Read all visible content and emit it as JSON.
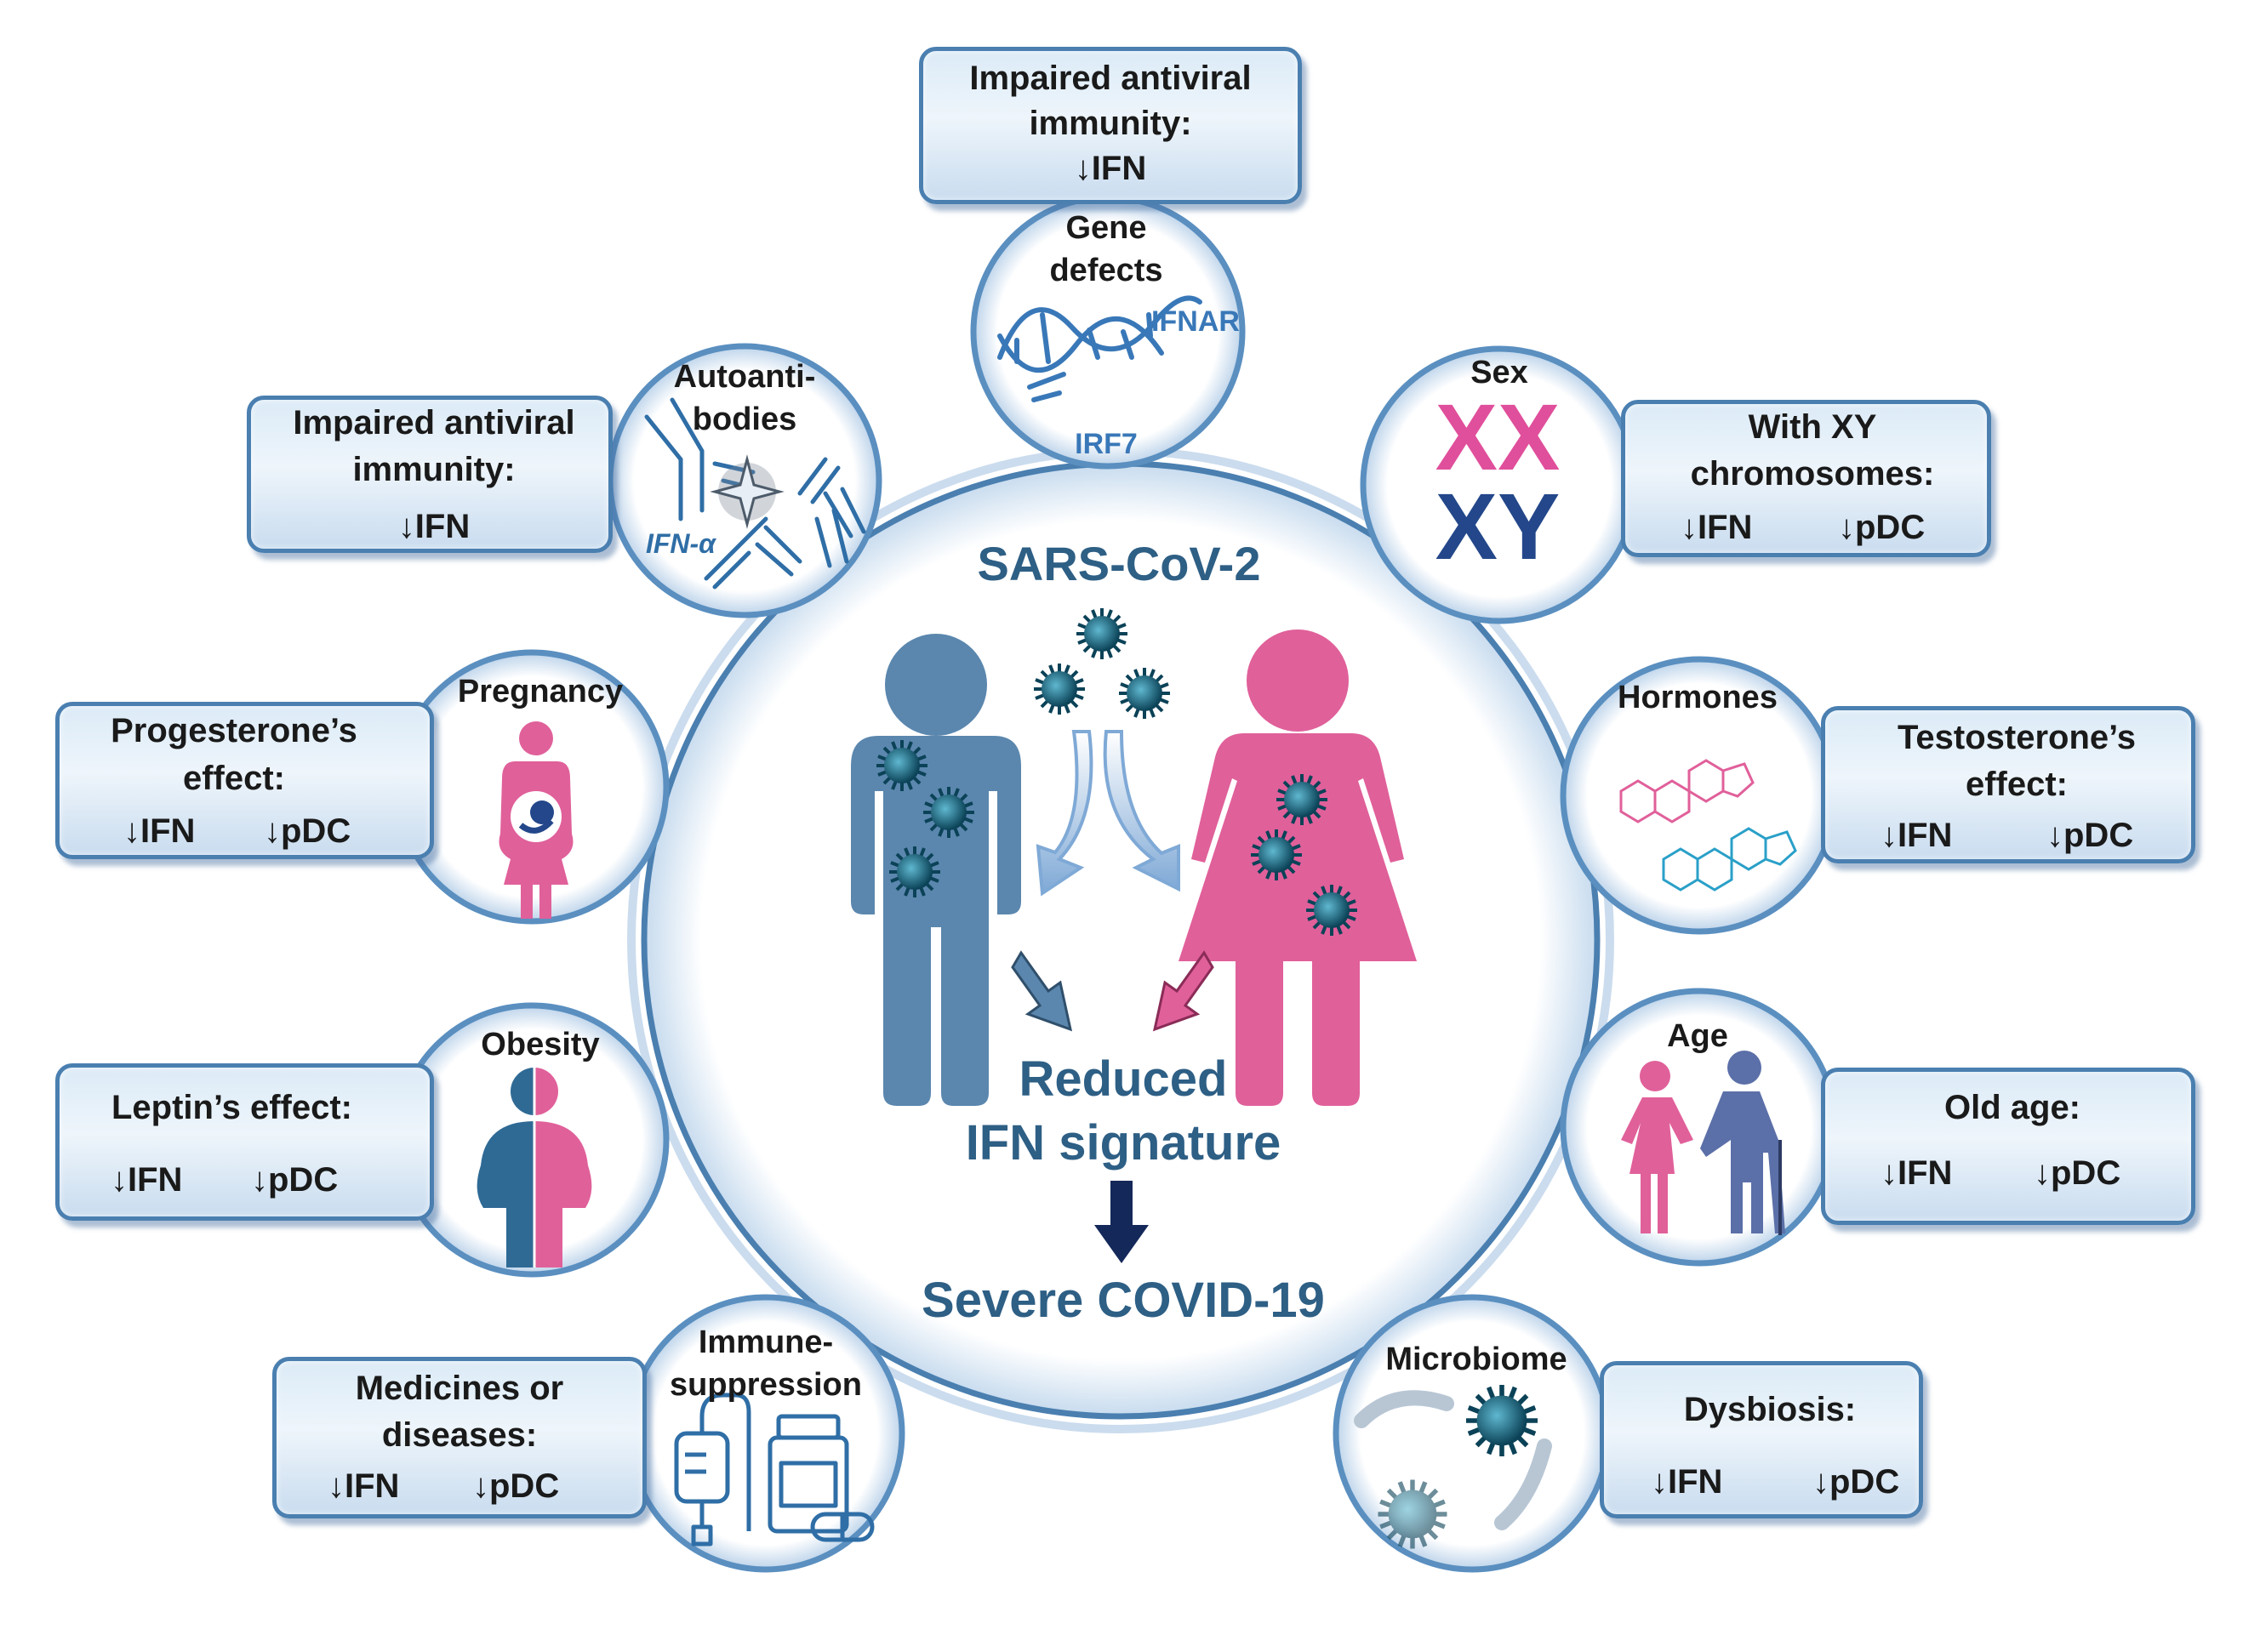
{
  "center": {
    "virus_title": "SARS-CoV-2",
    "reduced_line1": "Reduced",
    "reduced_line2": "IFN signature",
    "outcome": "Severe COVID-19"
  },
  "factors": {
    "gene_defects": {
      "title_line1": "Gene",
      "title_line2": "defects",
      "gene1": "IFNAR",
      "gene2": "IRF7",
      "box_line1": "Impaired antiviral",
      "box_line2": "immunity:",
      "effect1": "↓IFN"
    },
    "autoantibodies": {
      "title_line1": "Autoanti-",
      "title_line2": "bodies",
      "target": "IFN-α",
      "box_line1": "Impaired antiviral",
      "box_line2": "immunity:",
      "effect1": "↓IFN"
    },
    "sex": {
      "title": "Sex",
      "xx": "XX",
      "xy": "XY",
      "box_line1": "With XY",
      "box_line2": "chromosomes:",
      "effect1": "↓IFN",
      "effect2": "↓pDC"
    },
    "pregnancy": {
      "title": "Pregnancy",
      "box_line1": "Progesterone’s",
      "box_line2": "effect:",
      "effect1": "↓IFN",
      "effect2": "↓pDC"
    },
    "hormones": {
      "title": "Hormones",
      "box_line1": "Testosterone’s",
      "box_line2": "effect:",
      "effect1": "↓IFN",
      "effect2": "↓pDC"
    },
    "obesity": {
      "title": "Obesity",
      "box_line1": "Leptin’s effect:",
      "effect1": "↓IFN",
      "effect2": "↓pDC"
    },
    "age": {
      "title": "Age",
      "box_line1": "Old age:",
      "effect1": "↓IFN",
      "effect2": "↓pDC"
    },
    "immunosuppression": {
      "title_line1": "Immune-",
      "title_line2": "suppression",
      "box_line1": "Medicines or",
      "box_line2": "diseases:",
      "effect1": "↓IFN",
      "effect2": "↓pDC"
    },
    "microbiome": {
      "title": "Microbiome",
      "box_line1": "Dysbiosis:",
      "effect1": "↓IFN",
      "effect2": "↓pDC"
    }
  },
  "colors": {
    "male_blue": "#5b87ae",
    "female_pink": "#e0609a",
    "title_blue": "#2e5f85",
    "ring_blue": "#4a7fb0",
    "xx_pink": "#e04f9b",
    "xy_navy": "#23478a"
  }
}
